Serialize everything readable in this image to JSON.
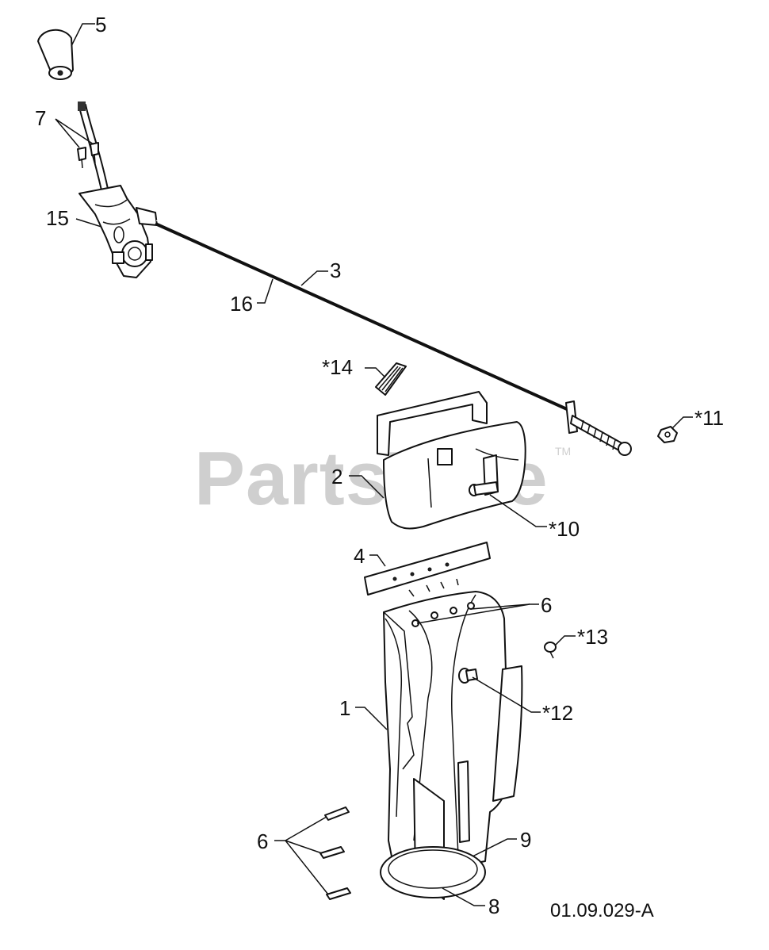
{
  "watermark": {
    "text": "PartsTree",
    "trademark": "TM"
  },
  "drawing_code": "01.09.029-A",
  "callouts": {
    "c1": "1",
    "c2": "2",
    "c3": "3",
    "c4": "4",
    "c5": "5",
    "c6_top": "6",
    "c6_bottom": "6",
    "c7": "7",
    "c8": "8",
    "c9": "9",
    "c10": "*10",
    "c11": "*11",
    "c12": "*12",
    "c13": "*13",
    "c14": "*14",
    "c15": "15",
    "c16": "16"
  },
  "colors": {
    "line": "#111111",
    "watermark": "#cfcfcf",
    "background": "#ffffff"
  }
}
